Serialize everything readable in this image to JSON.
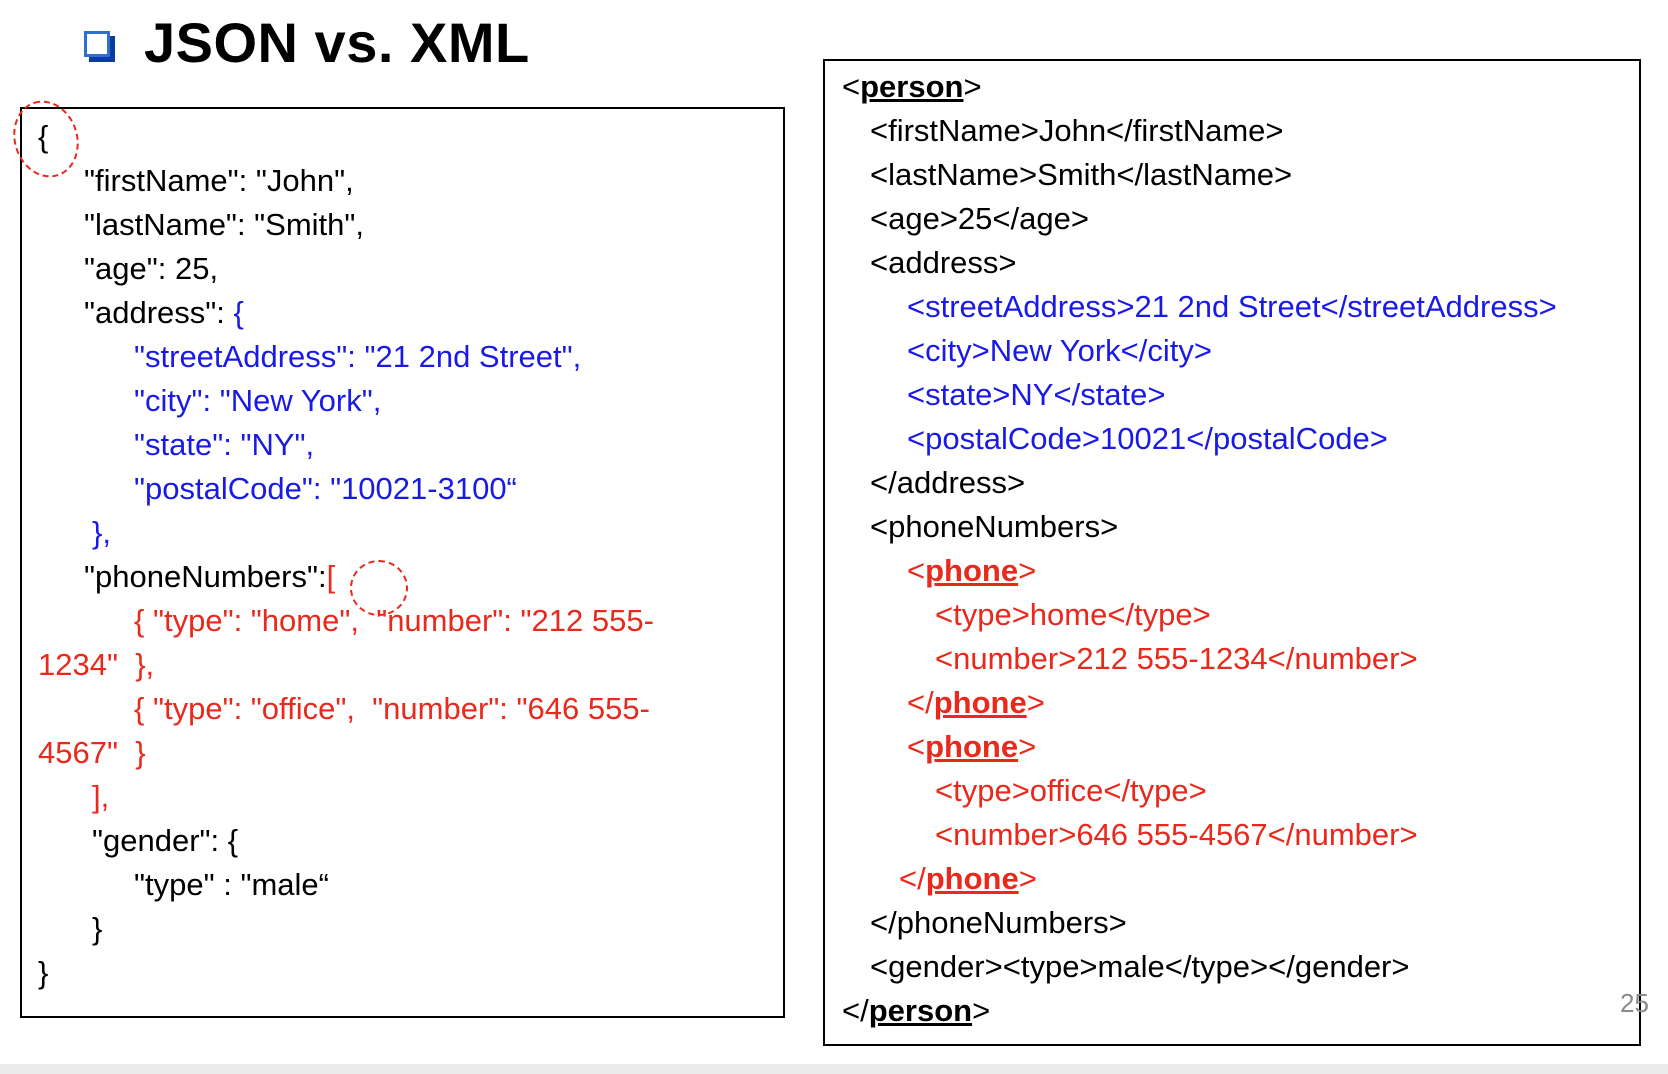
{
  "slide": {
    "title": "JSON vs. XML",
    "page_number": "25"
  },
  "json_lines": [
    "{",
    "\"firstName\": \"John\",",
    "\"lastName\": \"Smith\",",
    "\"age\": 25,",
    "\"address\": ",
    "{",
    "\"streetAddress\": \"21 2nd Street\",",
    "\"city\": \"New York\",",
    "\"state\": \"NY\",",
    "\"postalCode\": \"10021-3100“",
    "},",
    "\"phoneNumbers\":",
    "[",
    "{ \"type\": \"home\",  \"number\": \"212 555-",
    "1234\"  },",
    "{ \"type\": \"office\",  \"number\": \"646 555-",
    "4567\"  }",
    "],",
    "\"gender\": {",
    "\"type\" : \"male“",
    "}",
    "}"
  ],
  "xml": {
    "open_lt": "<",
    "close_lt": "</",
    "gt": ">",
    "person_tag": "person",
    "phone_tag": "phone",
    "lines": [
      "<firstName>John</firstName>",
      "<lastName>Smith</lastName>",
      "<age>25</age>",
      "<address>",
      "<streetAddress>21 2nd Street</streetAddress>",
      "<city>New York</city>",
      "<state>NY</state>",
      "<postalCode>10021</postalCode>",
      "</address>",
      "<phoneNumbers>",
      "<type>home</type>",
      "<number>212 555-1234</number>",
      "<type>office</type>",
      "<number>646 555-4567</number>",
      "</phoneNumbers>",
      "<gender><type>male</type></gender>"
    ]
  },
  "colors": {
    "accent_blue": "#1a1ae6",
    "accent_red": "#e8291c",
    "bullet_blue": "#2f6fd0"
  }
}
